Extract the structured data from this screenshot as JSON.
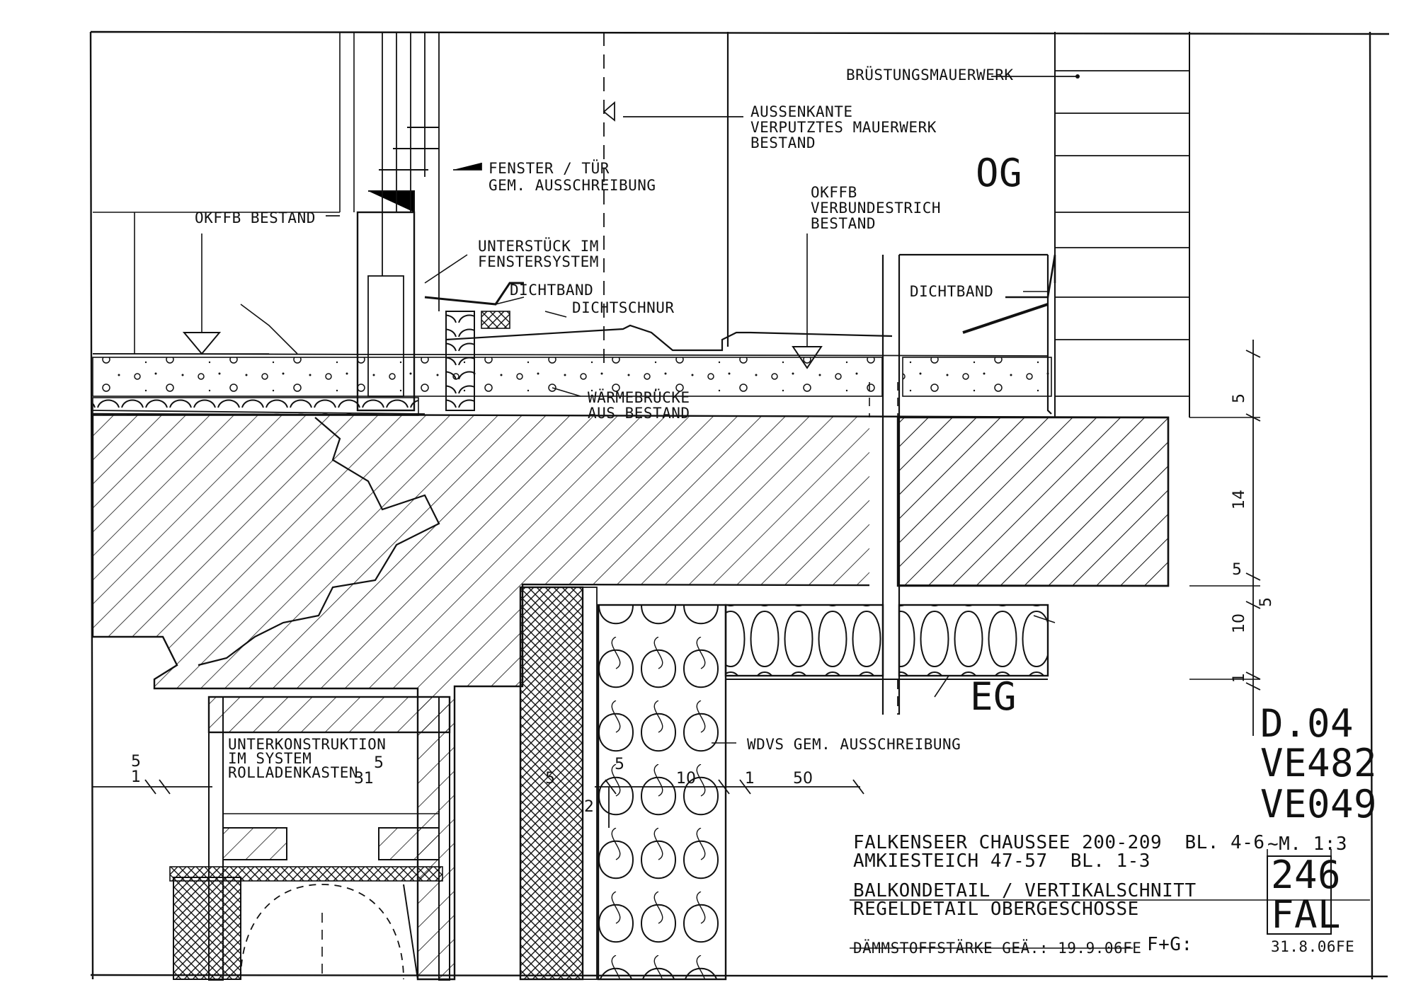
{
  "labels": {
    "bruestung": "BRÜSTUNGSMAUERWERK",
    "aussenkante_1": "AUSSENKANTE",
    "aussenkante_2": "VERPUTZTES MAUERWERK",
    "aussenkante_3": "BESTAND",
    "og": "OG",
    "fenster_1": "FENSTER / TÜR",
    "fenster_2": "GEM. AUSSCHREIBUNG",
    "okffb_bestand": "OKFFB BESTAND",
    "okffb_r1": "OKFFB",
    "okffb_r2": "VERBUNDESTRICH",
    "okffb_r3": "BESTAND",
    "unterstueck_1": "UNTERSTÜCK IM",
    "unterstueck_2": "FENSTERSYSTEM",
    "dichtband_left": "DICHTBAND",
    "dichtschnur": "DICHTSCHNUR",
    "dichtband_right": "DICHTBAND",
    "waermebruecke_1": "WÄRMEBRÜCKE",
    "waermebruecke_2": "AUS BESTAND",
    "eg": "EG",
    "unterkonstruktion_1": "UNTERKONSTRUKTION",
    "unterkonstruktion_2": "IM SYSTEM",
    "unterkonstruktion_3": "ROLLADENKASTEN",
    "wdvs": "WDVS GEM. AUSSCHREIBUNG"
  },
  "dimensions": {
    "d_5a": "5",
    "d_14": "14",
    "d_5b": "5",
    "d_5c": "5",
    "d_10v": "10",
    "d_1v": "1",
    "d_5_left_top": "5",
    "d_1_left": "1",
    "d_31": "31",
    "d_5_31": "5",
    "d_5h": "5",
    "d_5_small": "5",
    "d_10h": "10",
    "d_1h": "1",
    "d_50": "50",
    "d_2": "2"
  },
  "title_block": {
    "code_1": "D.04",
    "code_2": "VE482",
    "code_3": "VE049",
    "project_1": "FALKENSEER CHAUSSEE 200-209  BL. 4-6",
    "project_2": "AMKIESTEICH 47-57  BL. 1-3",
    "scale": "~M. 1:3",
    "title_1": "BALKONDETAIL / VERTIKALSCHNITT",
    "title_2": "REGELDETAIL OBERGESCHOSSE",
    "sheet_no": "246",
    "sheet_abbr": "FAL",
    "footer_left": "DÄMMSTOFFSTÄRKE GEÄ.: 19.9.06FE",
    "footer_mid": "F+G:",
    "footer_right": "31.8.06FE"
  }
}
